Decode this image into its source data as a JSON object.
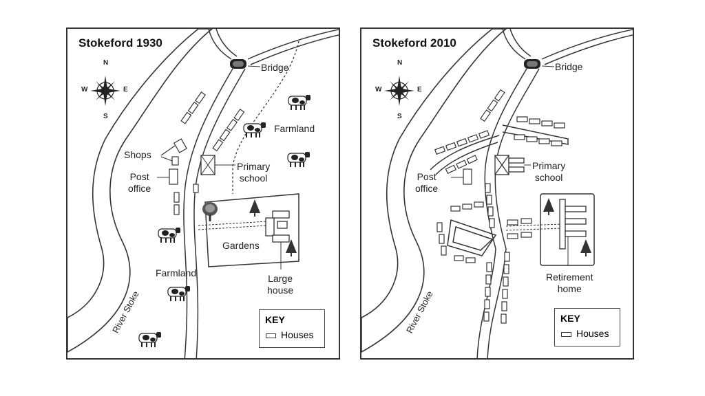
{
  "maps": [
    {
      "title": "Stokeford 1930",
      "labels": {
        "bridge": "Bridge",
        "farmland_top": "Farmland",
        "shops": "Shops",
        "post_office": "Post\noffice",
        "primary_school": "Primary\nschool",
        "gardens": "Gardens",
        "farmland_bottom": "Farmland",
        "large_house": "Large\nhouse",
        "river": "River Stoke"
      },
      "key": {
        "title": "KEY",
        "houses": "Houses"
      },
      "compass": {
        "n": "N",
        "s": "S",
        "e": "E",
        "w": "W"
      }
    },
    {
      "title": "Stokeford 2010",
      "labels": {
        "bridge": "Bridge",
        "post_office": "Post\noffice",
        "primary_school": "Primary\nschool",
        "retirement_home": "Retirement\nhome",
        "river": "River Stoke"
      },
      "key": {
        "title": "KEY",
        "houses": "Houses"
      },
      "compass": {
        "n": "N",
        "s": "S",
        "e": "E",
        "w": "W"
      }
    }
  ],
  "icons": [
    "compass-rose-icon",
    "cow-icon",
    "tree-icon",
    "house-icon",
    "bridge-icon"
  ]
}
